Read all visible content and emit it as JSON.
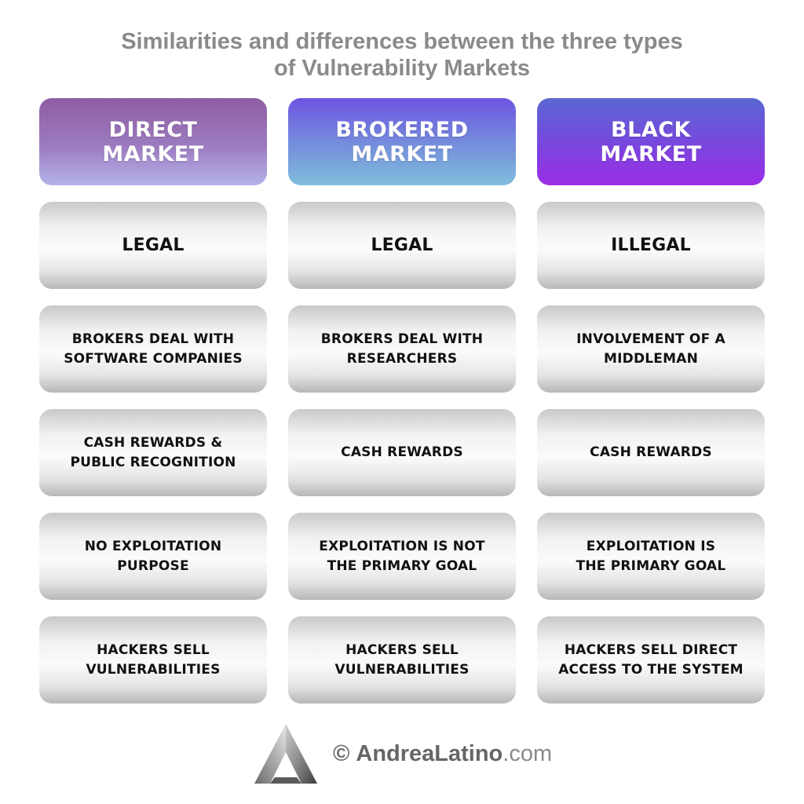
{
  "title": {
    "line1": "Similarities and differences between the three types",
    "line2": "of Vulnerability Markets"
  },
  "columns": [
    {
      "header_line1": "DIRECT",
      "header_line2": "MARKET",
      "cells": [
        [
          "LEGAL"
        ],
        [
          "BROKERS DEAL WITH",
          "SOFTWARE COMPANIES"
        ],
        [
          "CASH REWARDS &",
          "PUBLIC RECOGNITION"
        ],
        [
          "NO EXPLOITATION",
          "PURPOSE"
        ],
        [
          "HACKERS SELL",
          "VULNERABILITIES"
        ]
      ]
    },
    {
      "header_line1": "BROKERED",
      "header_line2": "MARKET",
      "cells": [
        [
          "LEGAL"
        ],
        [
          "BROKERS DEAL WITH",
          "RESEARCHERS"
        ],
        [
          "CASH REWARDS"
        ],
        [
          "EXPLOITATION IS NOT",
          "THE PRIMARY GOAL"
        ],
        [
          "HACKERS SELL",
          "VULNERABILITIES"
        ]
      ]
    },
    {
      "header_line1": "BLACK",
      "header_line2": "MARKET",
      "cells": [
        [
          "ILLEGAL"
        ],
        [
          "INVOLVEMENT OF A",
          "MIDDLEMAN"
        ],
        [
          "CASH REWARDS"
        ],
        [
          "EXPLOITATION IS",
          "THE PRIMARY GOAL"
        ],
        [
          "HACKERS SELL DIRECT",
          "ACCESS TO THE SYSTEM"
        ]
      ]
    }
  ],
  "footer": {
    "copyright_symbol": "©",
    "brand_name": "AndreaLatino",
    "brand_tld": ".com",
    "logo_icon": "triangle-a-logo-icon"
  },
  "colors": {
    "title": "#8a8a8a",
    "direct_header": "#9d7bc0",
    "brokered_header": "#7590dc",
    "black_header": "#7a45de",
    "cell_bg": "#f2f2f2"
  }
}
